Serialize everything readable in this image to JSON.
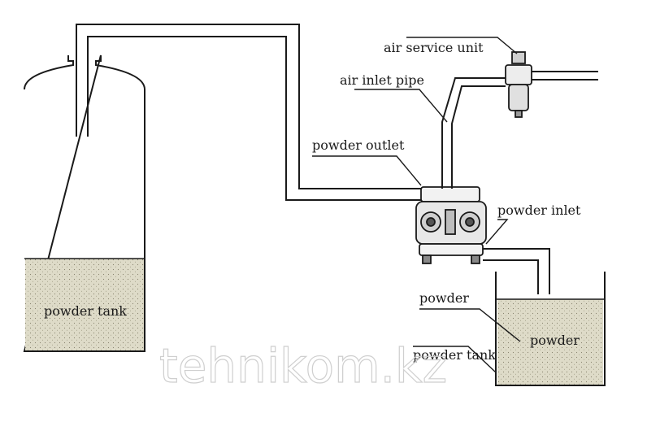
{
  "diagram": {
    "labels": {
      "air_service_unit": "air service unit",
      "air_inlet_pipe": "air inlet pipe",
      "powder_outlet": "powder outlet",
      "powder_inlet": "powder inlet",
      "powder_left": "powder",
      "powder_in_container": "powder",
      "powder_tank_left": "powder tank",
      "powder_tank_right": "powder tank"
    },
    "watermark": "tehnikom.kz",
    "colors": {
      "line": "#1a1a1a",
      "powder_fill": "#d9d6c4",
      "watermark": "#cfcfcf"
    }
  }
}
